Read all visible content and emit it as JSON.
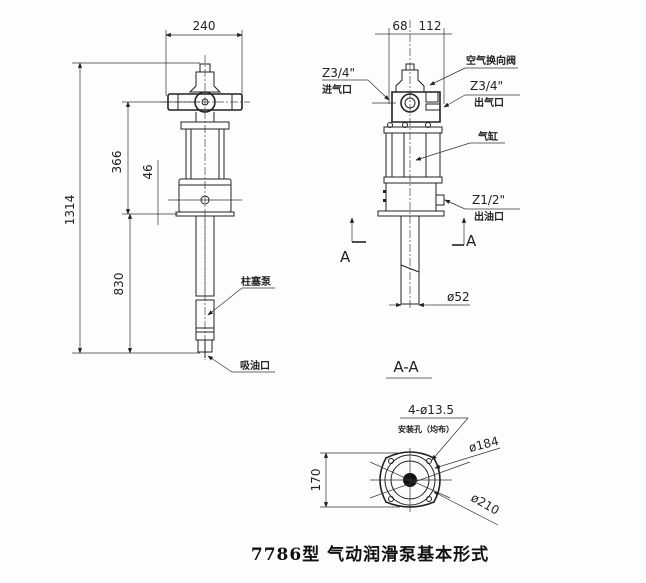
{
  "title": "7786型 气动润滑泵基本形式",
  "front_view": {
    "dims": {
      "width": "240",
      "total_height": "1314",
      "upper_height": "366",
      "offset": "46",
      "lower_height": "830"
    },
    "labels": {
      "plunger_pump": "柱塞泵",
      "oil_suction": "吸油口"
    }
  },
  "side_view": {
    "dims": {
      "left": "68",
      "right": "112",
      "rod_dia": "ø52"
    },
    "labels": {
      "air_valve": "空气换向阀",
      "air_out_size": "Z3/4\"",
      "air_out": "出气口",
      "air_in_size": "Z3/4\"",
      "air_in": "进气口",
      "cylinder": "气缸",
      "oil_out_size": "Z1/2\"",
      "oil_out": "出油口"
    },
    "section_marks": [
      "A",
      "A"
    ]
  },
  "section": {
    "title": "A-A",
    "holes": "4-ø13.5",
    "holes_note": "安装孔（均布）",
    "dia_inner": "ø184",
    "dia_outer": "ø210",
    "height": "170"
  }
}
